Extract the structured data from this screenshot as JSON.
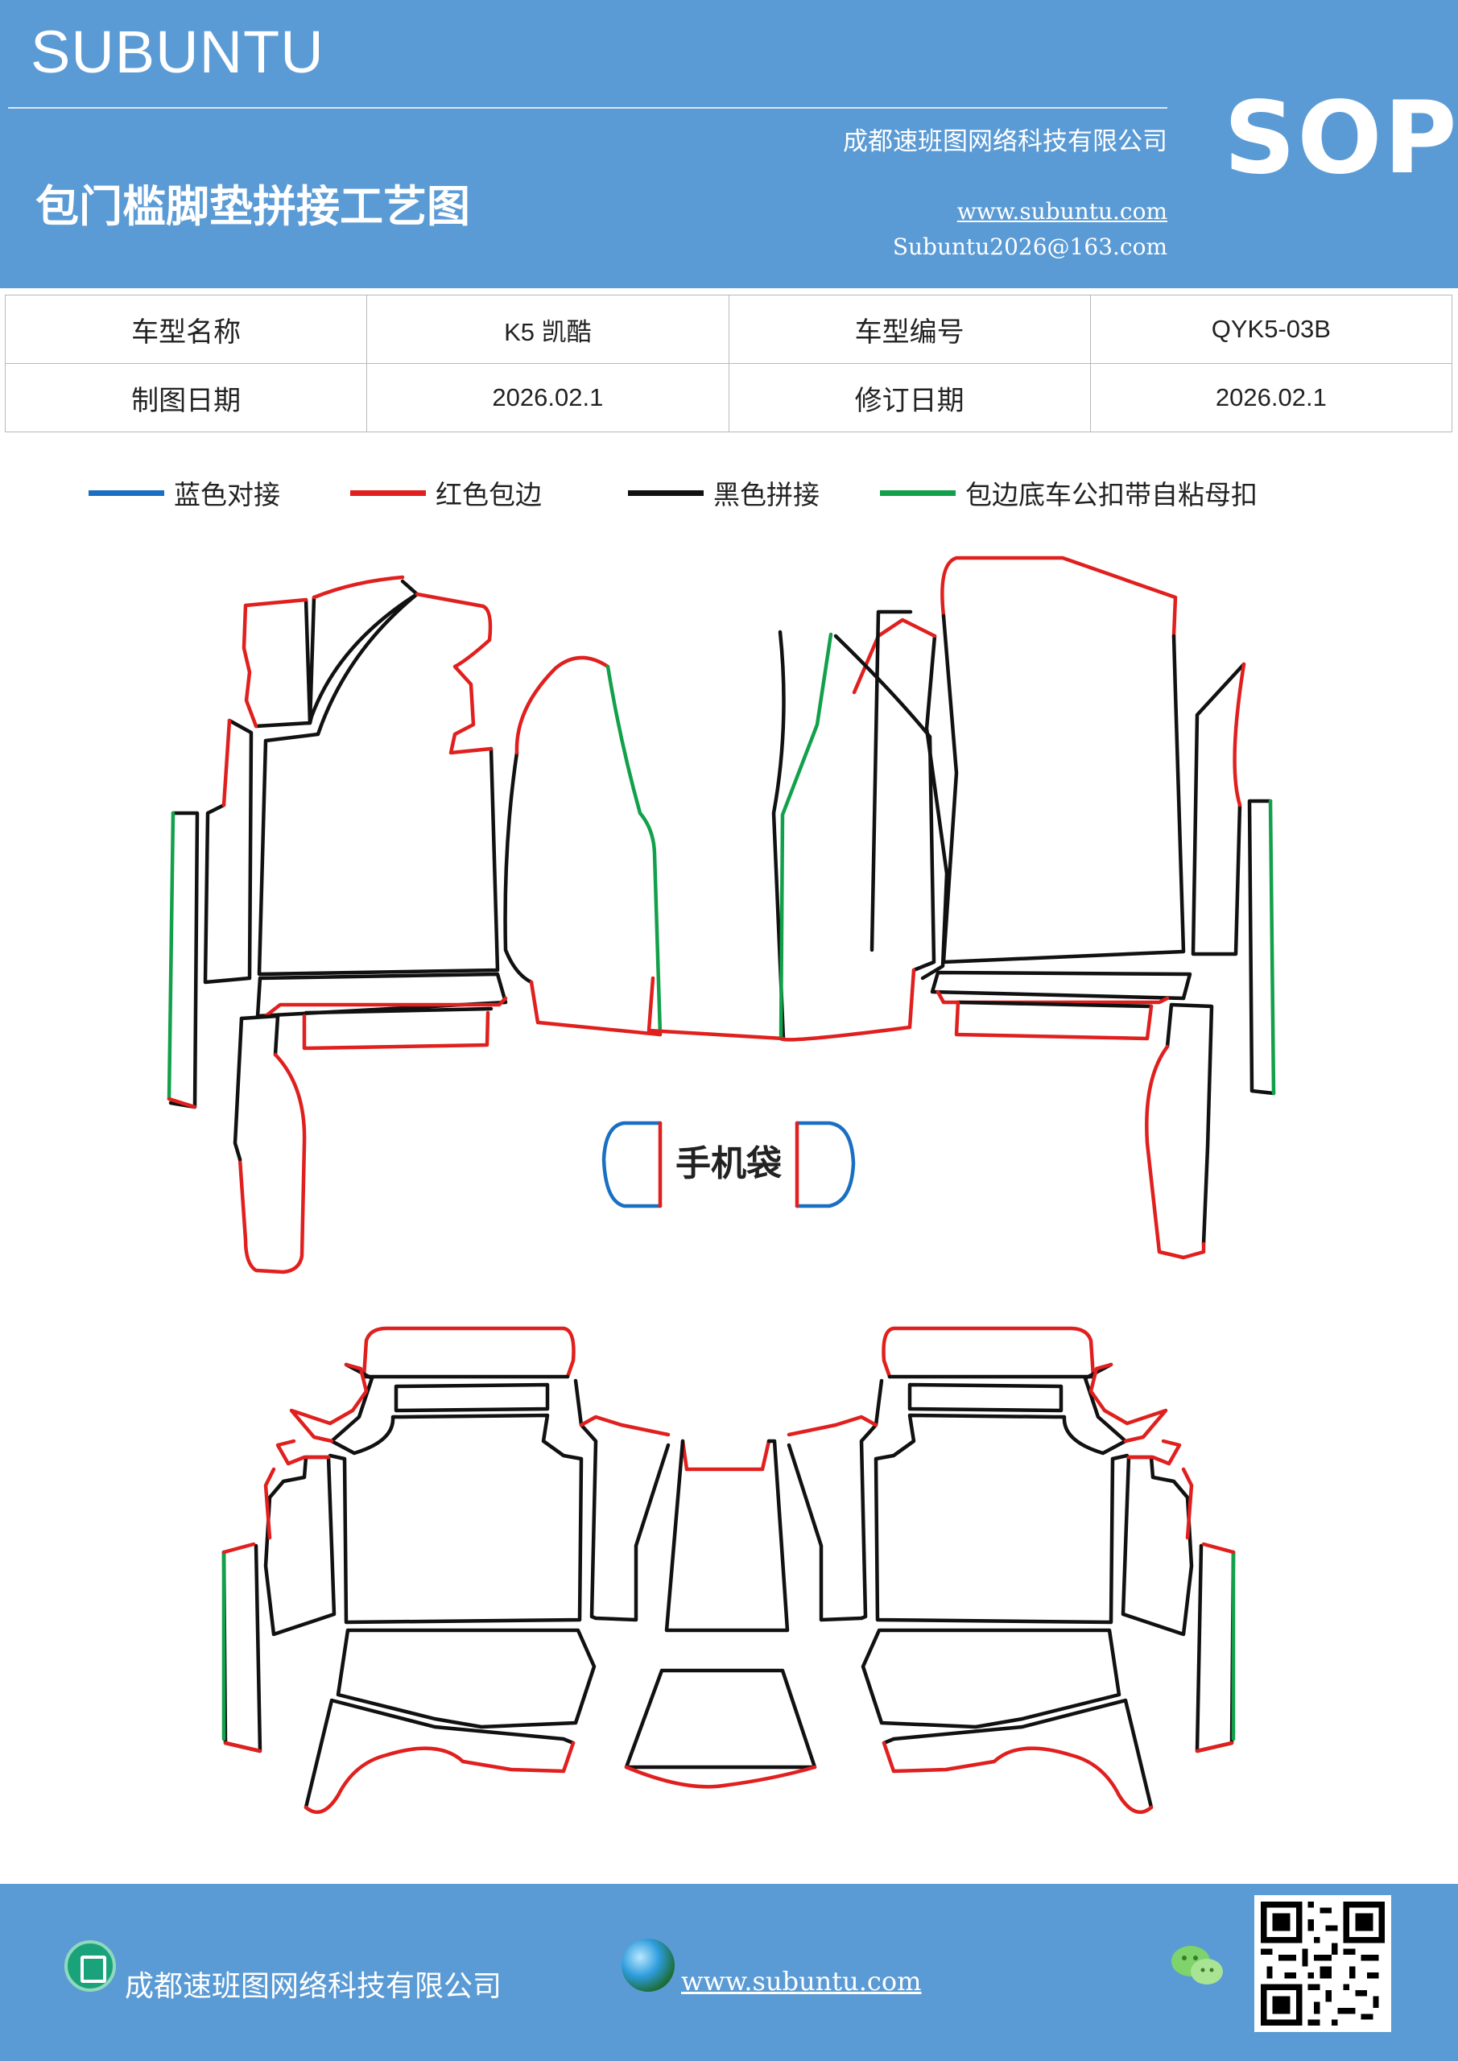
{
  "header": {
    "brand": "SUBUNTU",
    "company": "成都速班图网络科技有限公司",
    "title": "包门槛脚垫拼接工艺图",
    "website": "www.subuntu.com",
    "email": "Subuntu2026@163.com",
    "sop": "SOP"
  },
  "info": {
    "model_name_label": "车型名称",
    "model_name": "K5 凯酷",
    "model_code_label": "车型编号",
    "model_code": "QYK5-03B",
    "draw_date_label": "制图日期",
    "draw_date": "2026.02.1",
    "revise_date_label": "修订日期",
    "revise_date": "2026.02.1"
  },
  "legend": {
    "blue_label": "蓝色对接",
    "red_label": "红色包边",
    "black_label": "黑色拼接",
    "green_label": "包边底车公扣带自粘母扣",
    "blue_color": "#1a6fc2",
    "red_color": "#e0201e",
    "black_color": "#111111",
    "green_color": "#12a04a"
  },
  "diagram": {
    "phone_bag_label": "手机袋"
  },
  "footer": {
    "company": "成都速班图网络科技有限公司",
    "website": "www.subuntu.com",
    "building_icon": "building-icon",
    "globe_icon": "globe-icon",
    "wechat_icon": "wechat-icon",
    "qr_icon": "qr-code"
  }
}
